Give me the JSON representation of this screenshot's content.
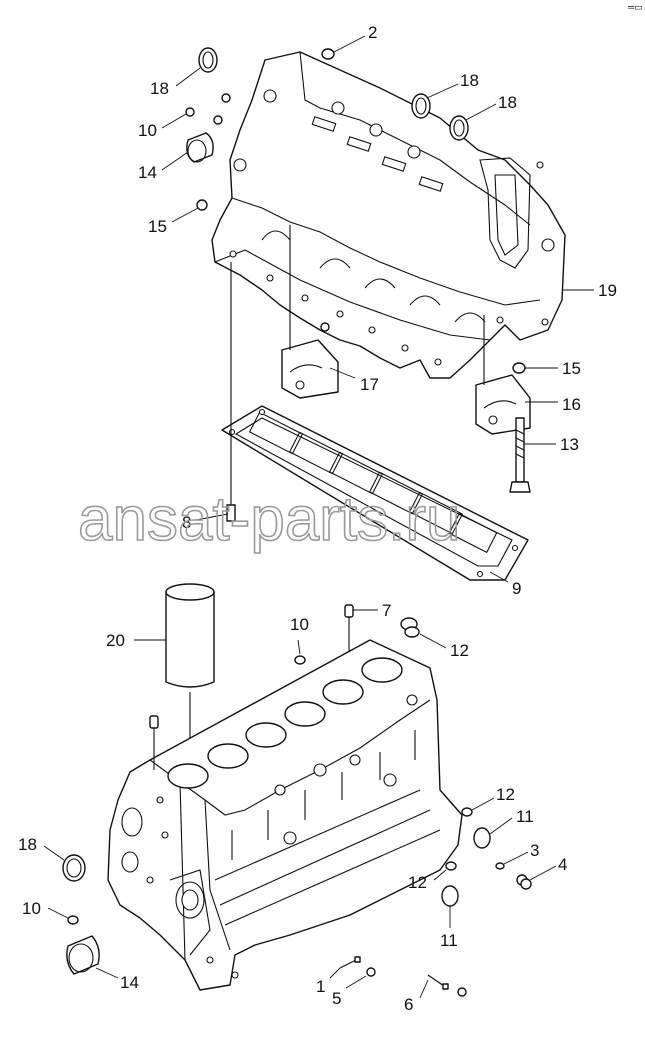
{
  "watermark": "ansat-parts.ru",
  "corner_mark": "═▭",
  "callouts": {
    "c2": "2",
    "c18_top_left": "18",
    "c18_top_mid": "18",
    "c18_top_right": "18",
    "c10_top": "10",
    "c14_top": "14",
    "c15_left": "15",
    "c19": "19",
    "c15_right": "15",
    "c17": "17",
    "c16": "16",
    "c13": "13",
    "c8": "8",
    "c9": "9",
    "c20": "20",
    "c10_mid": "10",
    "c7": "7",
    "c12_top": "12",
    "c12_mid": "12",
    "c11_mid": "11",
    "c3": "3",
    "c4": "4",
    "c18_bottom": "18",
    "c12_low": "12",
    "c11_low": "11",
    "c10_bottom": "10",
    "c14_bottom": "14",
    "c1": "1",
    "c5": "5",
    "c6": "6"
  }
}
